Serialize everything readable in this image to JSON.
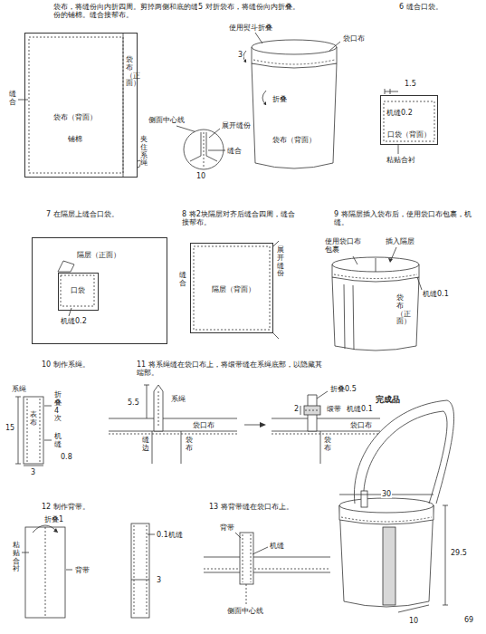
{
  "diagram": {
    "nodes": [
      {
        "text": [
          "袋布（背面）",
          "铺棉"
        ]
      },
      {
        "text": [
          "口袋（背面）"
        ]
      },
      {
        "text": [
          "隔层（正面）"
        ]
      },
      {
        "text": [
          "口袋"
        ],
        "in": 2
      },
      {
        "text": [
          "隔层（背面）"
        ]
      }
    ],
    "labels": [
      "袋布，将缝份向内折四周。剪掉两侧和底的缝份的铺棉。缝合接帮布。",
      "缝合",
      "袋布（正面）",
      "夹住系绳",
      "侧面中心线",
      "展开缝份",
      "缝合",
      "10",
      "5 对折袋布，将缝份向内折叠。",
      "使用熨斗折叠",
      "袋口布",
      "3",
      "折叠",
      "袋布（背面）",
      "6 缝合口袋。",
      "1.5",
      "机缝0.2",
      "粘贴合衬",
      "7 在隔层上缝合口袋。",
      "机缝0.2",
      "8 将2块隔层对齐后缝合四周，缝合接帮布。",
      "缝合",
      "展开缝份",
      "9 将隔层插入袋布后，使用袋口布包裹，机缝。",
      "使用袋口布包裹",
      "插入隔层",
      "机缝0.1",
      "袋布（正面）",
      "10 制作系绳。",
      "系绳",
      "15",
      "表布",
      "折叠4次",
      "机缝",
      "0.8",
      "3",
      "11 将系绳缝在袋口布上，将缎带缝在系绳底部，以隐藏其端部。",
      "5.5",
      "系绳",
      "袋口布",
      "缝边",
      "袋布",
      "折叠0.5",
      "2",
      "缎带",
      "机缝0.1",
      "袋口布",
      "袋布",
      "完成品",
      "30",
      "29.5",
      "10",
      "12 制作背带。",
      "折叠1",
      "粘贴合衬",
      "背带",
      "0.1机缝",
      "3",
      "13 将背带缝在袋口布上。",
      "背带",
      "机缝",
      "侧面中心线",
      "69"
    ]
  }
}
